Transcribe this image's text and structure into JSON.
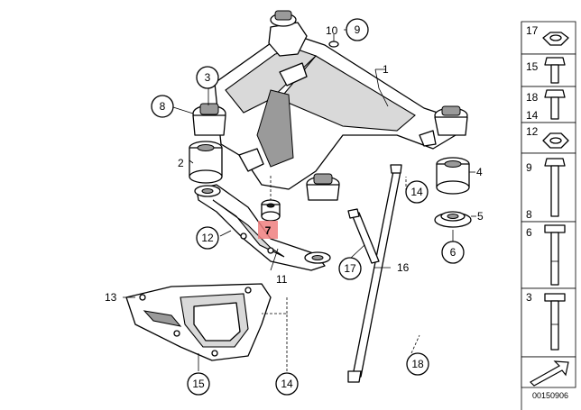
{
  "callouts": {
    "c1": "1",
    "c2": "2",
    "c3": "3",
    "c4": "4",
    "c5": "5",
    "c6": "6",
    "c7": "7",
    "c8": "8",
    "c9": "9",
    "c10": "10",
    "c11": "11",
    "c12": "12",
    "c13": "13",
    "c14a": "14",
    "c14b": "14",
    "c15": "15",
    "c16": "16",
    "c17": "17",
    "c18": "18"
  },
  "highlight_color": "#ef7f7f",
  "side_panel": {
    "cells": [
      "17",
      "15",
      "18",
      "14",
      "12",
      "9",
      "8",
      "6",
      "3"
    ]
  },
  "catalog_number": "00150906"
}
